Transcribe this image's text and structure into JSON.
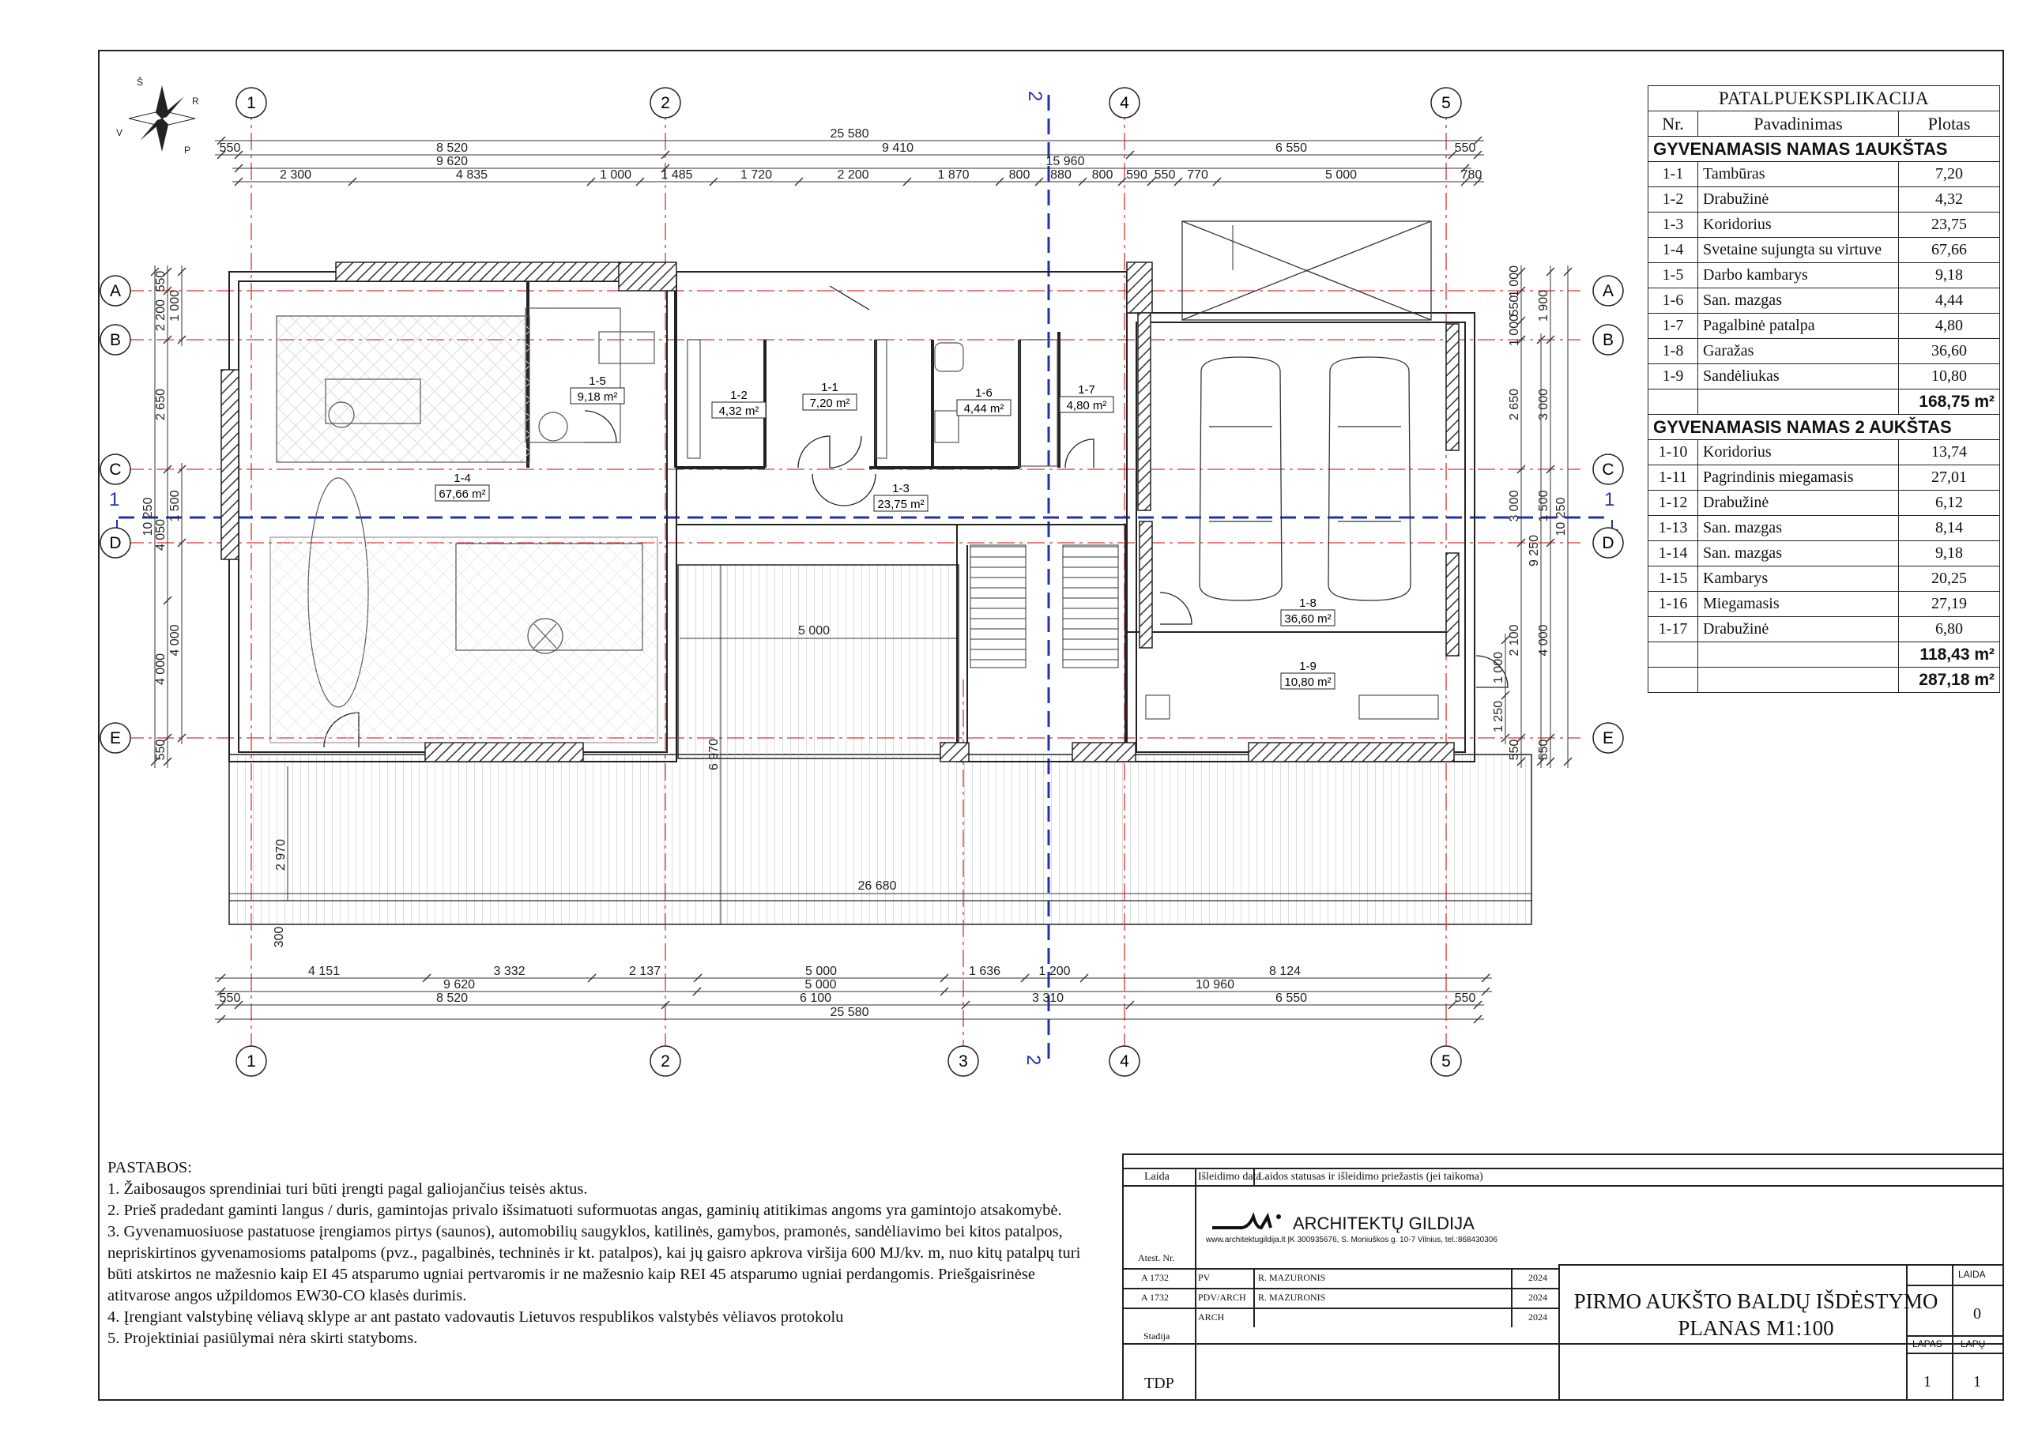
{
  "compass": {
    "labels": [
      "Š",
      "R",
      "P",
      "V"
    ]
  },
  "grid": {
    "columns": [
      "1",
      "2",
      "3",
      "4",
      "5"
    ],
    "rows": [
      "A",
      "B",
      "C",
      "D",
      "E"
    ],
    "section_mark": "1",
    "section_mark_2": "2"
  },
  "dims_top": {
    "overall": "25 580",
    "row1": [
      "550",
      "8 520",
      "9 410",
      "6 550",
      "550"
    ],
    "row2": [
      "9 620",
      "15 960"
    ],
    "row3": [
      "2 300",
      "4 835",
      "1 000",
      "1 485",
      "1 720",
      "2 200",
      "1 870",
      "800",
      "880",
      "800",
      "590",
      "550",
      "770",
      "5 000",
      "780"
    ]
  },
  "dims_left": [
    "550",
    "1 000",
    "2 200",
    "2 650",
    "4 050",
    "1 500",
    "4 000",
    "4 000",
    "550",
    "10 250"
  ],
  "dims_right": [
    "1 000",
    "550",
    "1 000",
    "1 900",
    "2 650",
    "3 000",
    "1 500",
    "9 250",
    "10 250",
    "2 100",
    "4 000",
    "1 000",
    "1 250",
    "550"
  ],
  "dims_bottom": {
    "row1": [
      "4 151",
      "3 332",
      "2 137",
      "5 000",
      "1 636",
      "1 200",
      "8 124"
    ],
    "row2": [
      "9 620",
      "5 000",
      "10 960"
    ],
    "row3": [
      "550",
      "8 520",
      "6 100",
      "3 310",
      "6 550",
      "550"
    ],
    "overall": "25 580"
  },
  "dims_inner": {
    "terrace_w": "5 000",
    "terrace_depth": "6 970",
    "deck_depth": "2 970",
    "deck_w": "26 680",
    "step": "300"
  },
  "rooms": [
    {
      "id": "1-1",
      "area": "7,20 m²"
    },
    {
      "id": "1-2",
      "area": "4,32 m²"
    },
    {
      "id": "1-3",
      "area": "23,75 m²"
    },
    {
      "id": "1-4",
      "area": "67,66 m²"
    },
    {
      "id": "1-5",
      "area": "9,18 m²"
    },
    {
      "id": "1-6",
      "area": "4,44 m²"
    },
    {
      "id": "1-7",
      "area": "4,80 m²"
    },
    {
      "id": "1-8",
      "area": "36,60 m²"
    },
    {
      "id": "1-9",
      "area": "10,80 m²"
    }
  ],
  "table": {
    "title": "PATALPUEKSPLIKACIJA",
    "headers": [
      "Nr.",
      "Pavadinimas",
      "Plotas"
    ],
    "floor1_title": "GYVENAMASIS NAMAS 1AUKŠTAS",
    "floor1": [
      {
        "nr": "1-1",
        "name": "Tambūras",
        "area": "7,20"
      },
      {
        "nr": "1-2",
        "name": "Drabužinė",
        "area": "4,32"
      },
      {
        "nr": "1-3",
        "name": "Koridorius",
        "area": "23,75"
      },
      {
        "nr": "1-4",
        "name": "Svetaine sujungta su virtuve",
        "area": "67,66"
      },
      {
        "nr": "1-5",
        "name": "Darbo kambarys",
        "area": "9,18"
      },
      {
        "nr": "1-6",
        "name": "San. mazgas",
        "area": "4,44"
      },
      {
        "nr": "1-7",
        "name": "Pagalbinė patalpa",
        "area": "4,80"
      },
      {
        "nr": "1-8",
        "name": "Garažas",
        "area": "36,60"
      },
      {
        "nr": "1-9",
        "name": "Sandėliukas",
        "area": "10,80"
      }
    ],
    "floor1_total": "168,75 m²",
    "floor2_title": "GYVENAMASIS NAMAS 2 AUKŠTAS",
    "floor2": [
      {
        "nr": "1-10",
        "name": "Koridorius",
        "area": "13,74"
      },
      {
        "nr": "1-11",
        "name": "Pagrindinis miegamasis",
        "area": "27,01"
      },
      {
        "nr": "1-12",
        "name": "Drabužinė",
        "area": "6,12"
      },
      {
        "nr": "1-13",
        "name": "San. mazgas",
        "area": "8,14"
      },
      {
        "nr": "1-14",
        "name": "San. mazgas",
        "area": "9,18"
      },
      {
        "nr": "1-15",
        "name": "Kambarys",
        "area": "20,25"
      },
      {
        "nr": "1-16",
        "name": "Miegamasis",
        "area": "27,19"
      },
      {
        "nr": "1-17",
        "name": "Drabužinė",
        "area": "6,80"
      }
    ],
    "floor2_total": "118,43 m²",
    "grand_total": "287,18 m²"
  },
  "notes": {
    "title": "PASTABOS:",
    "items": [
      "1. Žaibosaugos sprendiniai turi būti įrengti pagal galiojančius teisės aktus.",
      "2. Prieš pradedant gaminti langus / duris, gamintojas privalo išsimatuoti suformuotas angas, gaminių atitikimas angoms yra gamintojo atsakomybė.",
      "3. Gyvenamuosiuose pastatuose įrengiamos pirtys (saunos), automobilių saugyklos, katilinės, gamybos, pramonės, sandėliavimo bei kitos patalpos, nepriskirtinos gyvenamosioms patalpoms (pvz., pagalbinės, techninės ir kt. patalpos), kai jų gaisro apkrova viršija 600 MJ/kv. m, nuo kitų patalpų turi būti atskirtos ne mažesnio kaip EI 45 atsparumo ugniai pertvaromis ir ne mažesnio kaip REI 45 atsparumo ugniai perdangomis. Priešgaisrinėse atitvarose angos užpildomos EW30-CO klasės durimis.",
      "4. Įrengiant valstybinę vėliavą sklype ar ant pastato vadovautis Lietuvos respublikos valstybės vėliavos protokolu",
      "5. Projektiniai pasiūlymai nėra skirti statyboms."
    ]
  },
  "title_block": {
    "laida_label": "Laida",
    "issue_date_label": "Išleidimo data",
    "status_label": "Laidos statusas ir išleidimo priežastis (jei taikoma)",
    "company": "ARCHITEKTŲ GILDIJA",
    "company_info": "www.architektugildija.lt  ĮK 300935676, S. Moniuškos g. 10-7 Vilnius, tel.:868430306",
    "atest_label": "Atest. Nr.",
    "people": [
      {
        "atest": "A 1732",
        "role": "PV",
        "name": "R. MAZURONIS",
        "year": "2024"
      },
      {
        "atest": "A 1732",
        "role": "PDV/ARCH",
        "name": "R. MAZURONIS",
        "year": "2024"
      },
      {
        "atest": "",
        "role": "ARCH",
        "name": "",
        "year": "2024"
      }
    ],
    "stage_label": "Stadija",
    "stage": "TDP",
    "title_line1": "PIRMO AUKŠTO BALDŲ IŠDĖSTYMO",
    "title_line2": "PLANAS M1:100",
    "laida_top": "LAIDA",
    "laida_value": "0",
    "lapas_label": "LAPAS",
    "lapu_label": "LAPŲ",
    "lapas": "1",
    "lapu": "1"
  }
}
